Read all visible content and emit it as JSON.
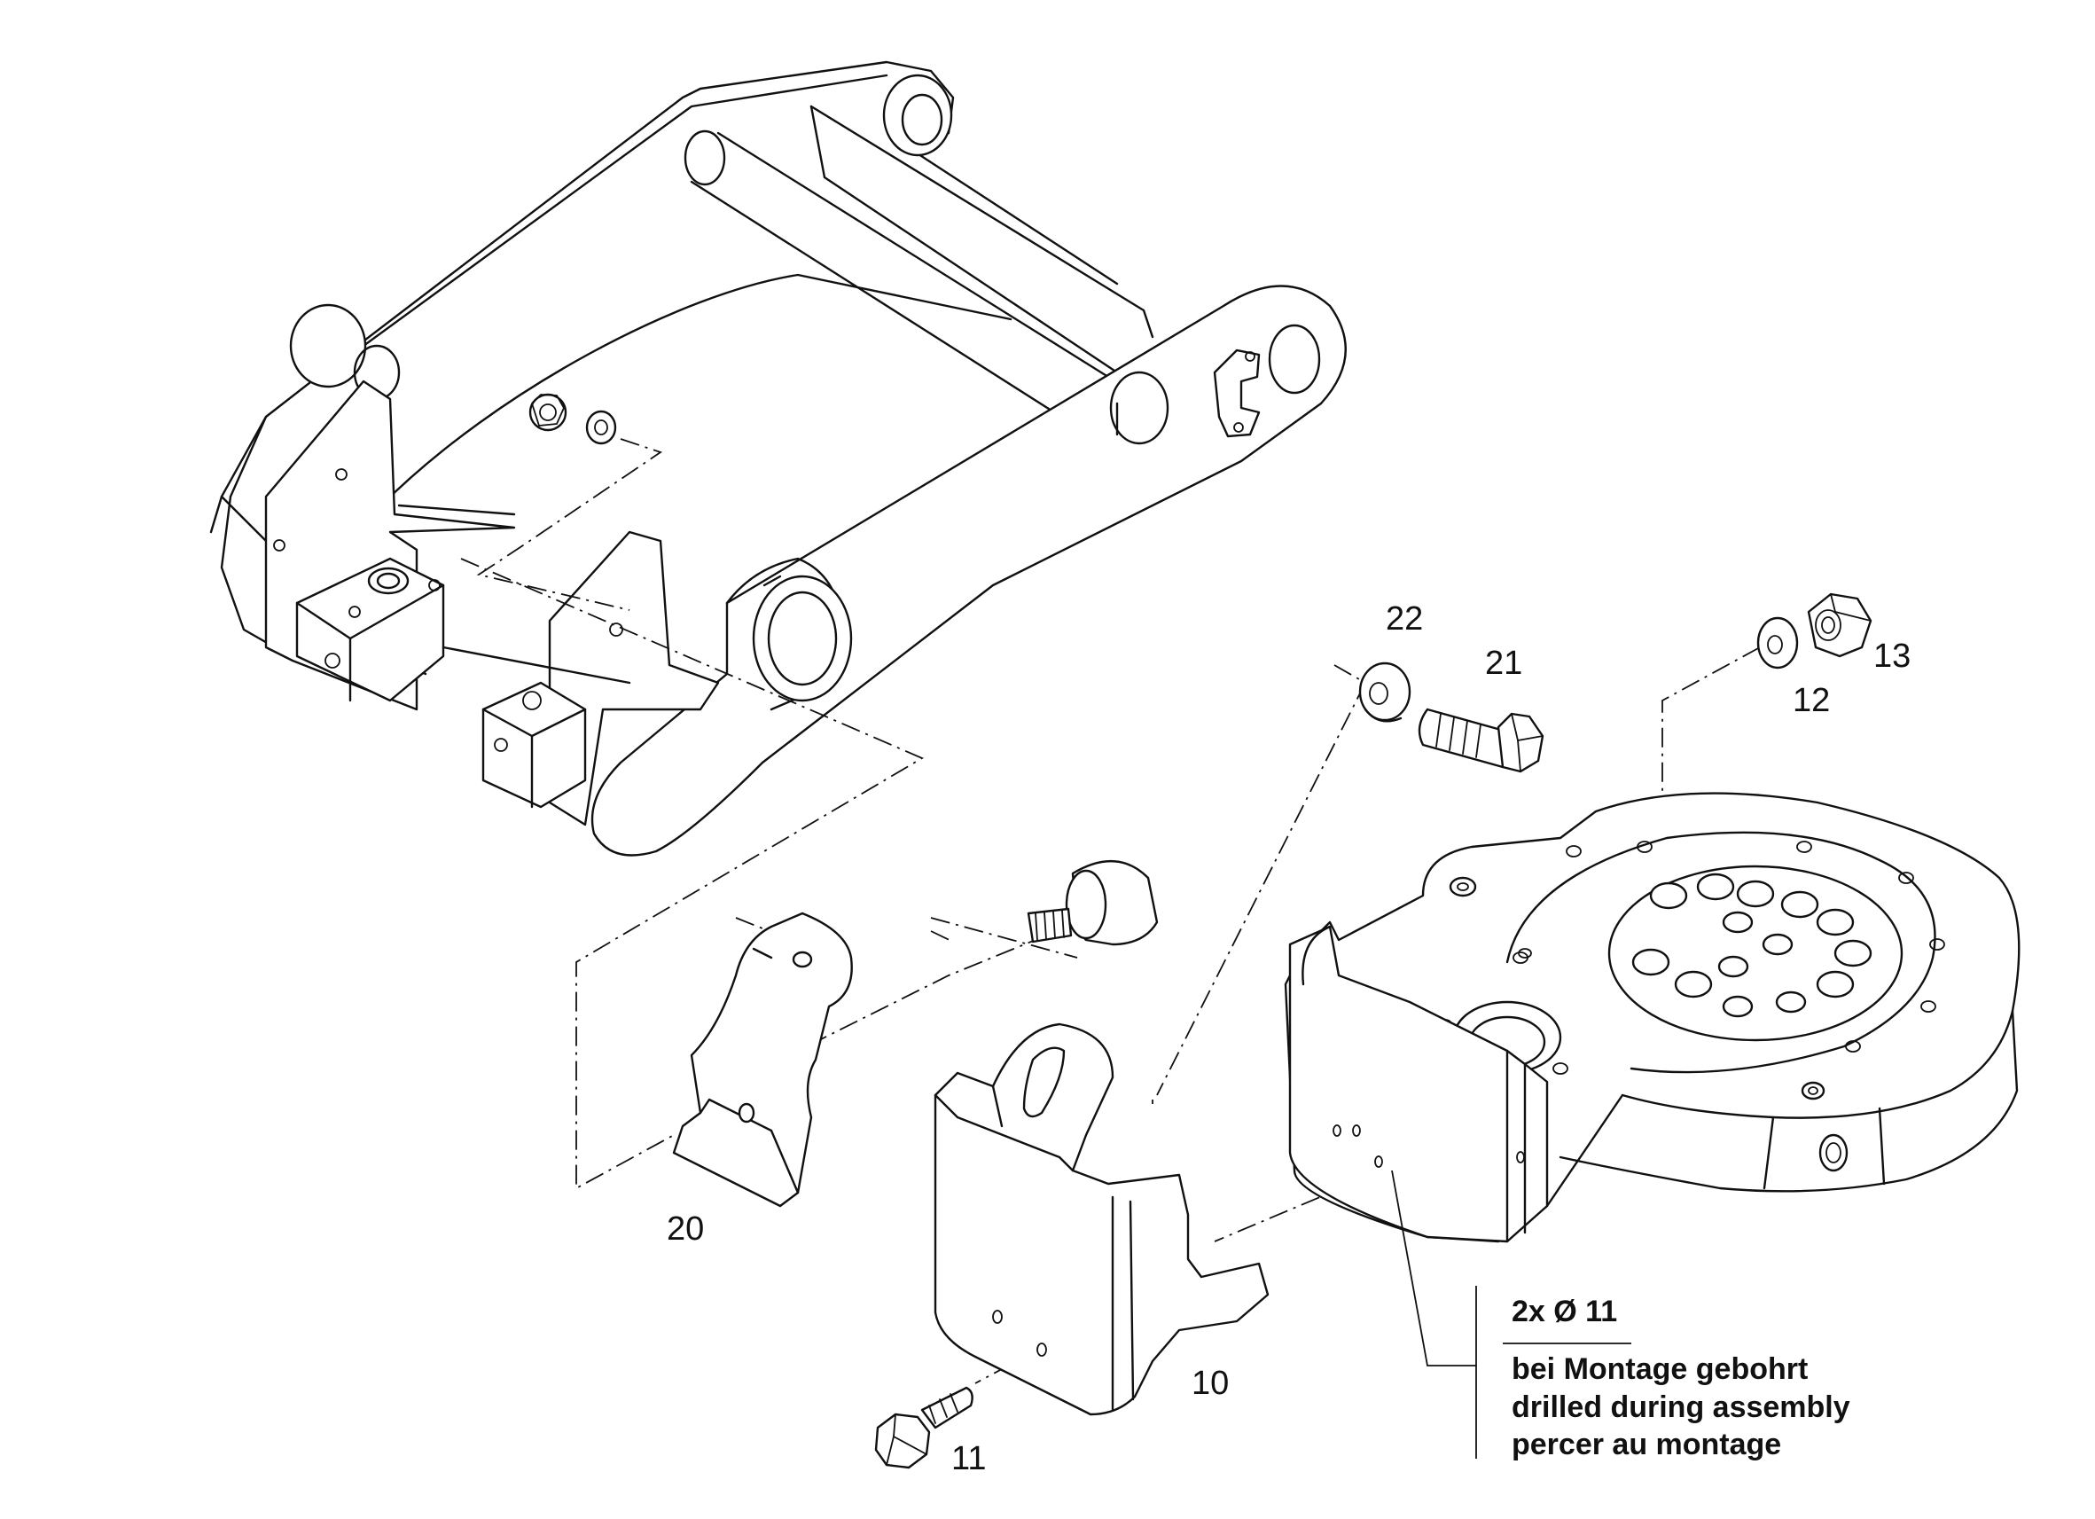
{
  "callouts": {
    "part_10": "10",
    "part_11": "11",
    "part_12": "12",
    "part_13": "13",
    "part_20": "20",
    "part_21": "21",
    "part_22": "22"
  },
  "note": {
    "heading": "2x Ø 11",
    "lines": [
      "bei Montage gebohrt",
      "drilled during assembly",
      "percer au montage"
    ]
  }
}
